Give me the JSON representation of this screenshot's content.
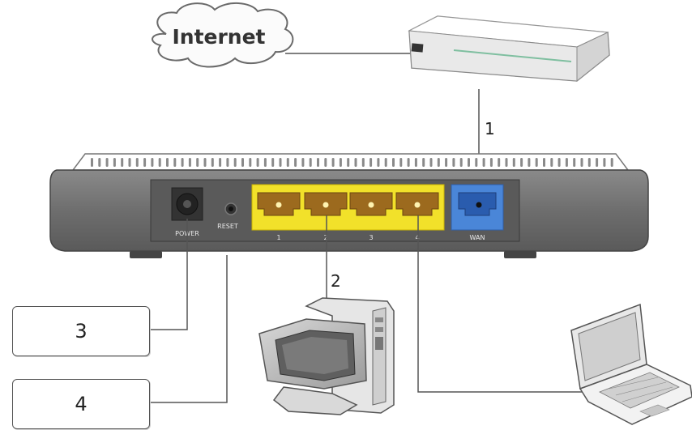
{
  "labels": {
    "internet": "Internet",
    "power": "POWER",
    "reset": "RESET",
    "wan": "WAN",
    "ports": [
      "1",
      "2",
      "3",
      "4"
    ]
  },
  "callouts": {
    "one": "1",
    "two": "2",
    "three": "3",
    "four": "4"
  },
  "colors": {
    "router_body": "#6b6b6b",
    "lan_panel": "#f2e12a",
    "wan_port": "#4a86d8",
    "port_inner": "#9c6a1e"
  }
}
